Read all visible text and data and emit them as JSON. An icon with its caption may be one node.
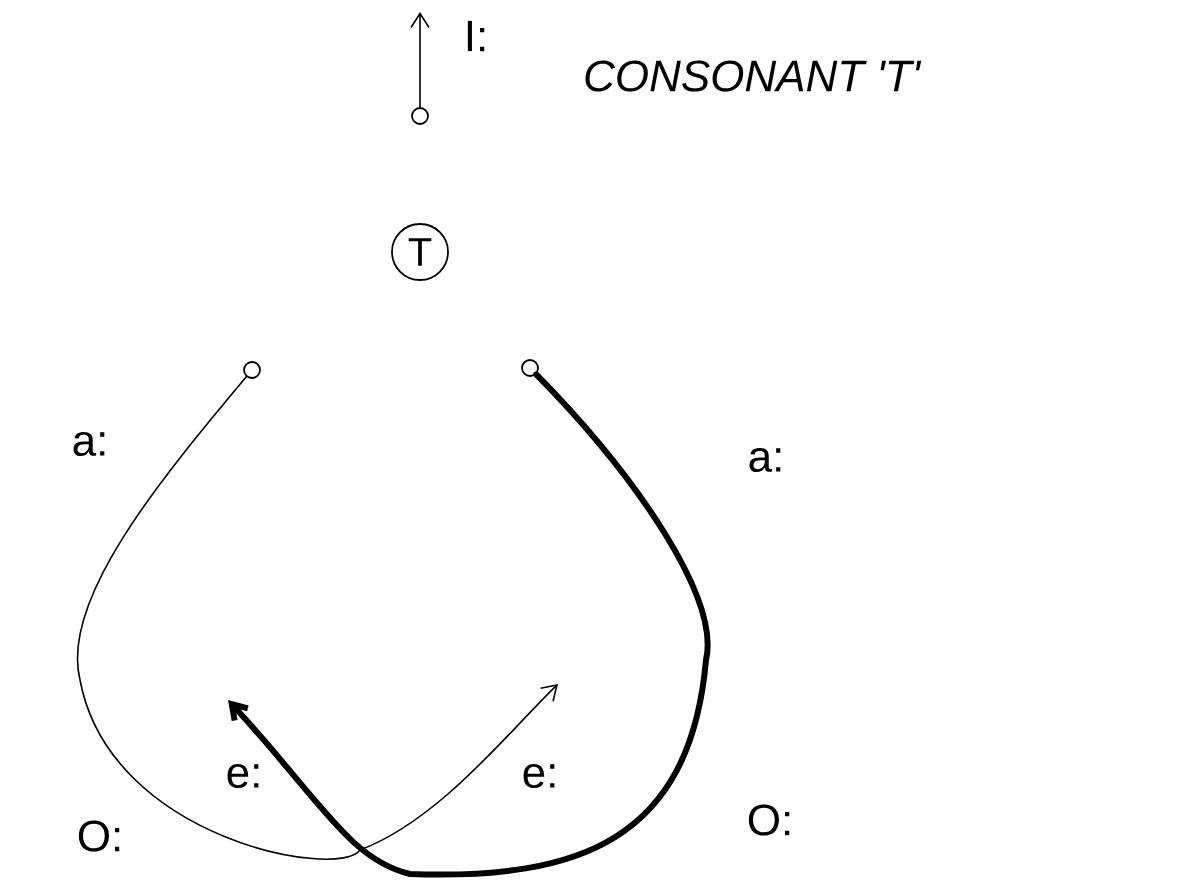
{
  "diagram": {
    "title": "CONSONANT 'T'",
    "nodes": [
      {
        "text": [],
        "shape": "circle"
      },
      {
        "text": [
          "T"
        ]
      },
      {
        "text": [],
        "shape": "circle"
      },
      {
        "text": [],
        "shape": "circle"
      }
    ],
    "edges": [
      {
        "from": 0,
        "to": null,
        "arrow": "to"
      },
      {
        "from": 2,
        "to": null,
        "arrow": "to"
      },
      {
        "from": 3,
        "to": null,
        "arrow": "to",
        "style": "thick"
      }
    ],
    "labels": [
      "I:",
      "a:",
      "a:",
      "e:",
      "e:",
      "O:",
      "O:"
    ]
  }
}
